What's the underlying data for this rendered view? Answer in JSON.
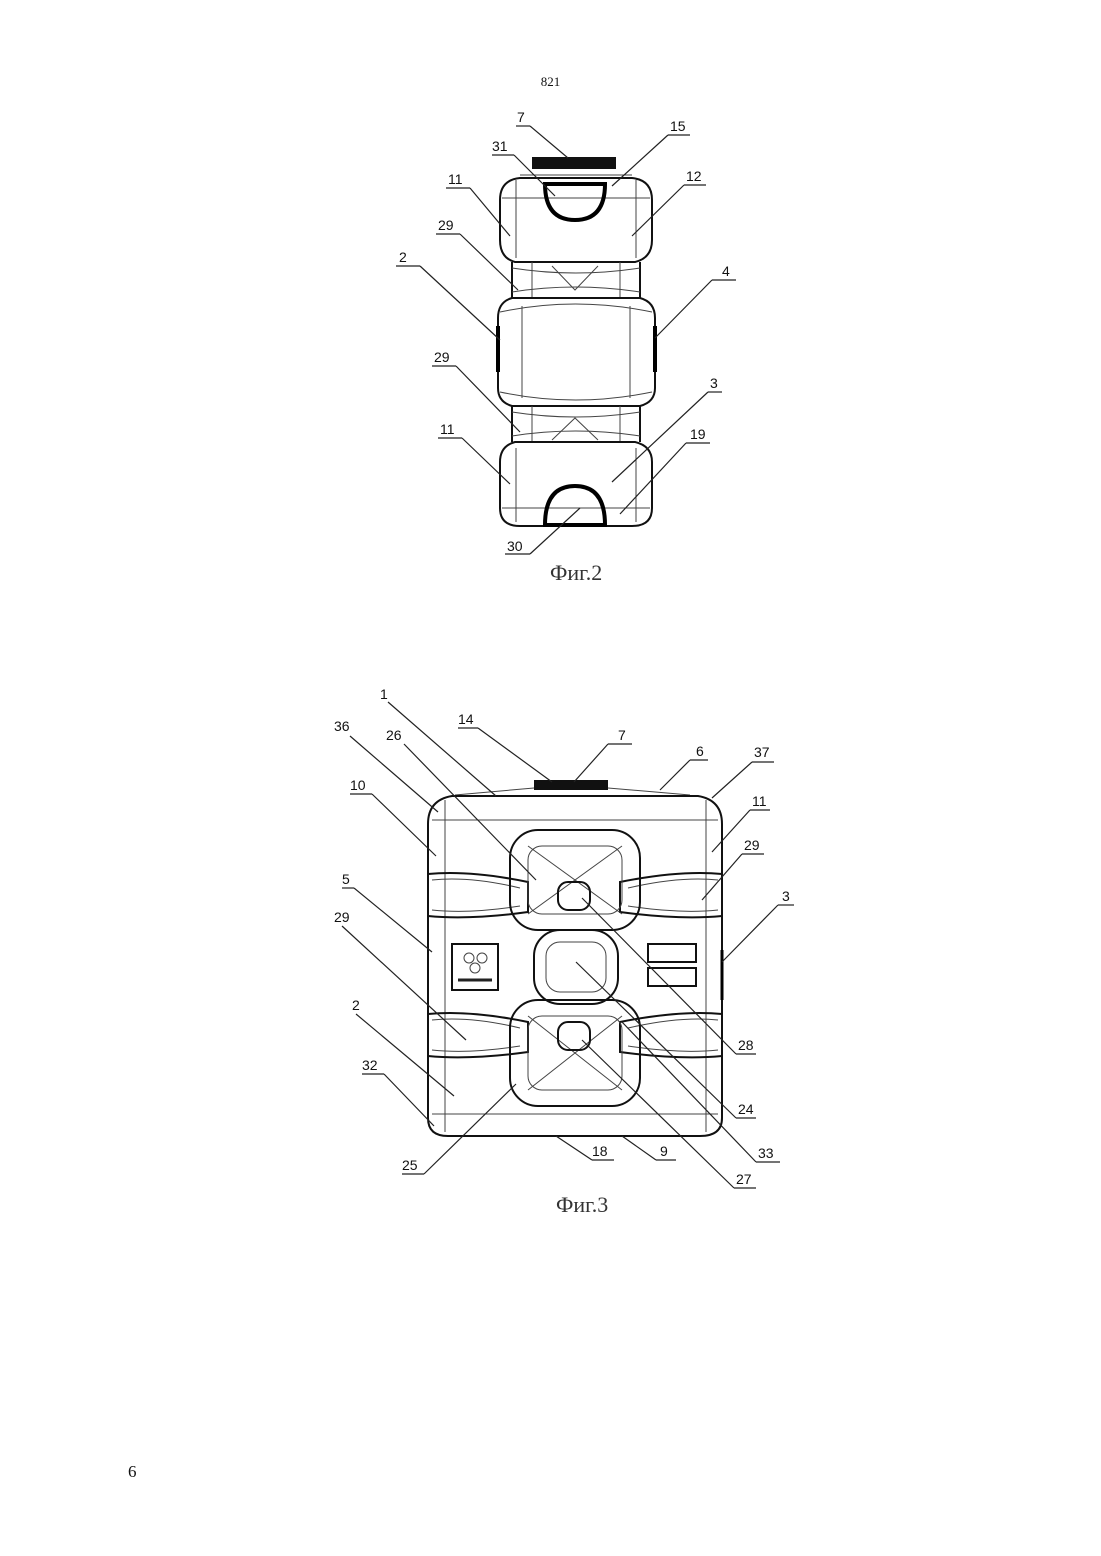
{
  "header": {
    "number": "821"
  },
  "footer": {
    "page": "6"
  },
  "figures": [
    {
      "caption": "Фиг.2",
      "labels": {
        "l7": "7",
        "l15": "15",
        "l31": "31",
        "l11a": "11",
        "l12": "12",
        "l29a": "29",
        "l2": "2",
        "l4": "4",
        "l29b": "29",
        "l3": "3",
        "l11b": "11",
        "l19": "19",
        "l30": "30"
      }
    },
    {
      "caption": "Фиг.3",
      "labels": {
        "l1": "1",
        "l36": "36",
        "l26": "26",
        "l14": "14",
        "l7": "7",
        "l6": "6",
        "l37": "37",
        "l10": "10",
        "l11": "11",
        "l29a": "29",
        "l5": "5",
        "l3": "3",
        "l29b": "29",
        "l2": "2",
        "l32": "32",
        "l28": "28",
        "l24": "24",
        "l33": "33",
        "l25": "25",
        "l18": "18",
        "l9": "9",
        "l27": "27"
      }
    }
  ]
}
